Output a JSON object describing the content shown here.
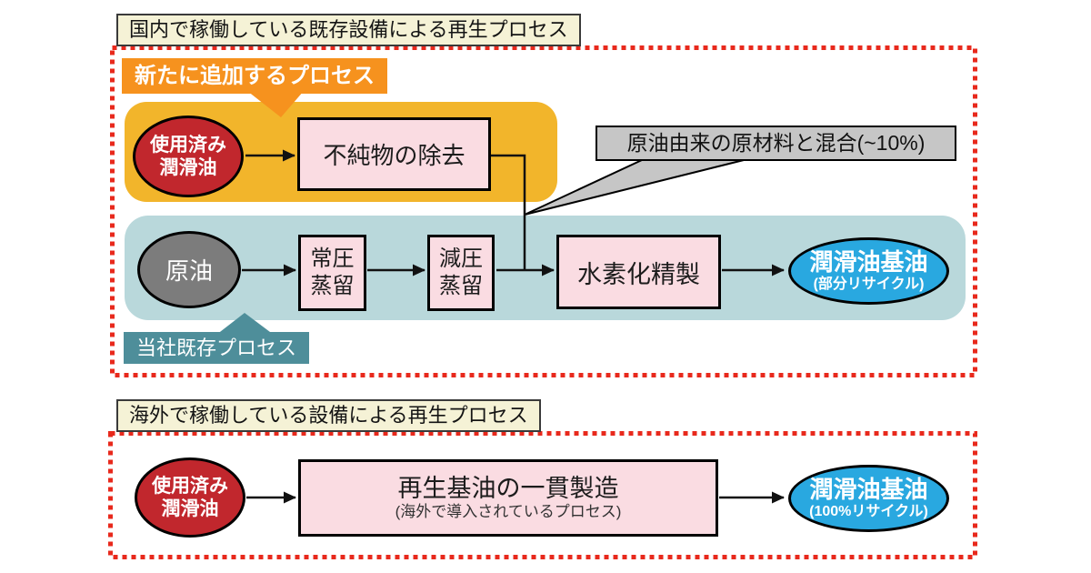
{
  "colors": {
    "dotted_frame_red": "#e8291c",
    "new_process_orange": "#f6921e",
    "added_band_amber": "#f2b52b",
    "existing_band_teal": "#b9d8db",
    "existing_label_teal": "#4e8e9a",
    "used_oil_red": "#c1272d",
    "crude_oil_gray": "#7c7c7c",
    "base_oil_blue": "#29a8e0",
    "process_box_pink": "#fadce2",
    "title_box_cream": "#f5f2d6",
    "callout_gray": "#c6c6c6"
  },
  "top_section": {
    "title": "国内で稼働している既存設備による再生プロセス",
    "new_process_label": "新たに追加するプロセス",
    "used_oil": {
      "line1": "使用済み",
      "line2": "潤滑油"
    },
    "impurity_removal": "不純物の除去",
    "callout": "原油由来の原材料と混合(~10%)",
    "crude_oil": "原油",
    "atmospheric_distillation": {
      "line1": "常圧",
      "line2": "蒸留"
    },
    "vacuum_distillation": {
      "line1": "減圧",
      "line2": "蒸留"
    },
    "hydrorefining": "水素化精製",
    "base_oil": "潤滑油基油",
    "base_oil_note": "(部分リサイクル)",
    "existing_process_label": "当社既存プロセス"
  },
  "bottom_section": {
    "title": "海外で稼働している設備による再生プロセス",
    "used_oil": {
      "line1": "使用済み",
      "line2": "潤滑油"
    },
    "integrated_production": "再生基油の一貫製造",
    "integrated_production_note": "(海外で導入されているプロセス)",
    "base_oil": "潤滑油基油",
    "base_oil_note": "(100%リサイクル)"
  }
}
